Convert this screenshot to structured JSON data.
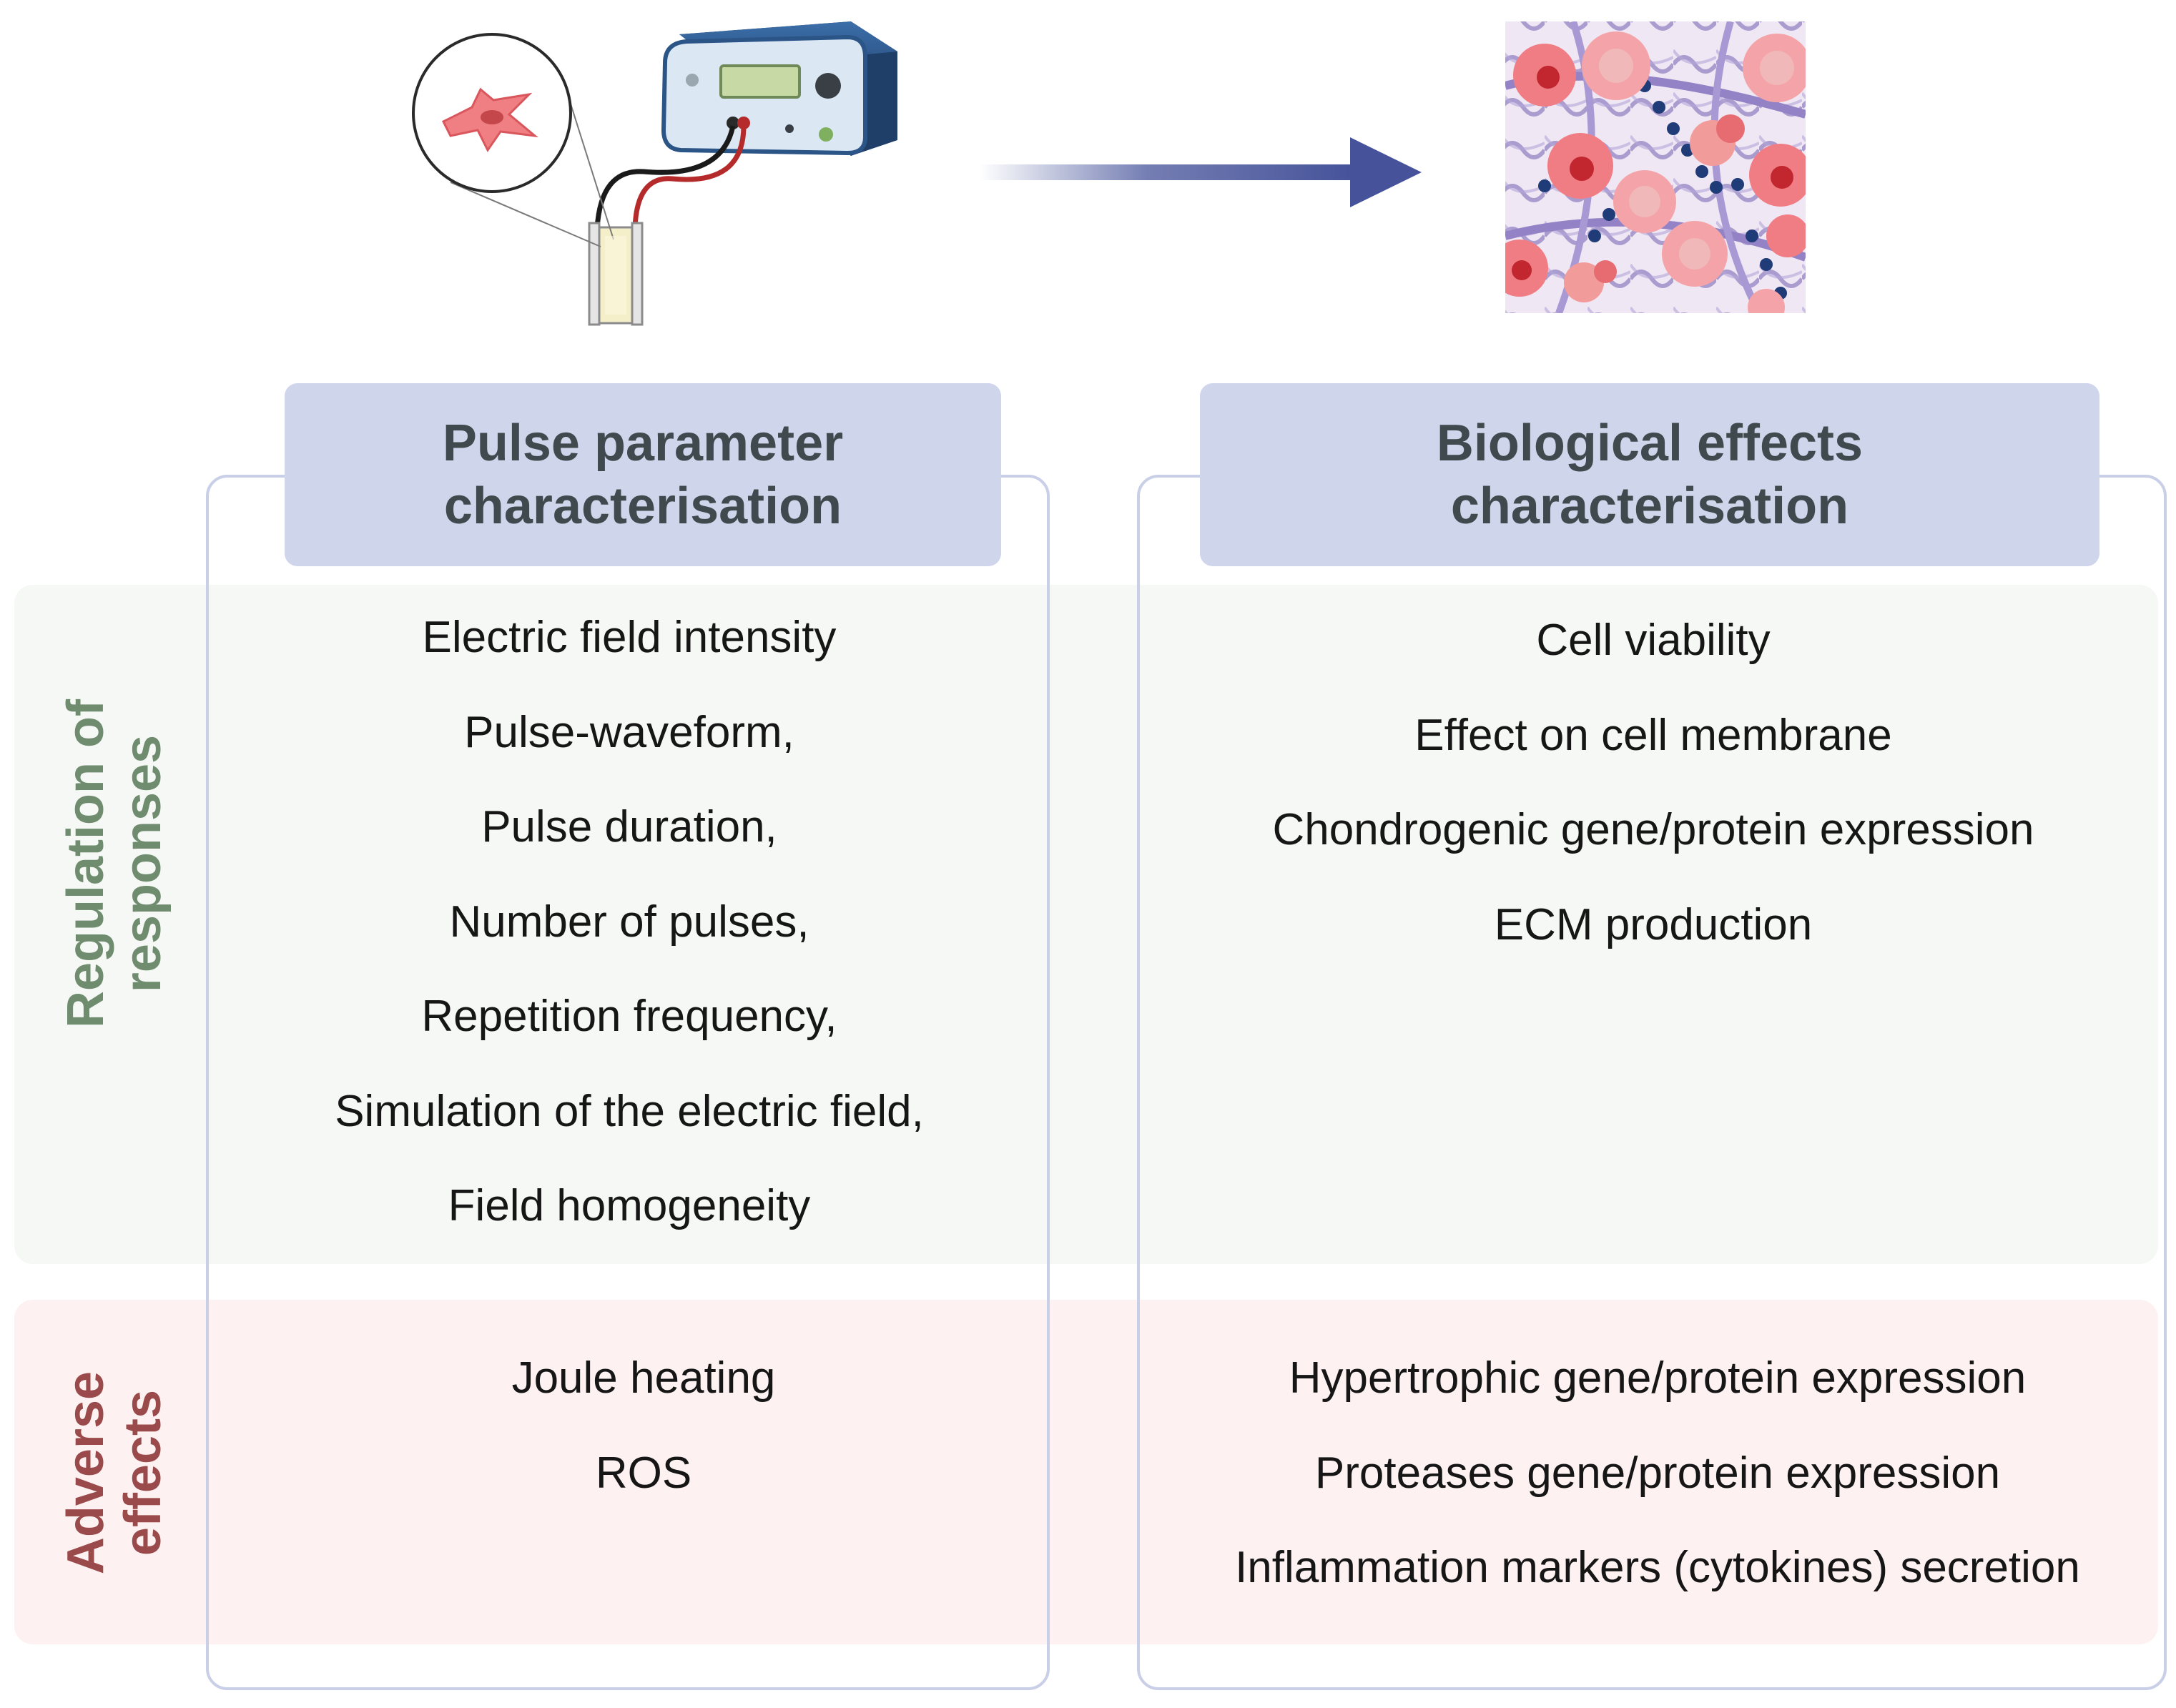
{
  "columns": {
    "left": {
      "header_line1": "Pulse parameter",
      "header_line2": "characterisation",
      "regulation_items": [
        "Electric field intensity",
        "Pulse-waveform,",
        "Pulse duration,",
        "Number of pulses,",
        "Repetition frequency,",
        "Simulation of the electric field,",
        "Field homogeneity"
      ],
      "adverse_items": [
        "Joule heating",
        "ROS"
      ]
    },
    "right": {
      "header_line1": "Biological effects",
      "header_line2": "characterisation",
      "regulation_items": [
        "Cell viability",
        "Effect on cell membrane",
        "Chondrogenic gene/protein expression",
        "ECM production"
      ],
      "adverse_items": [
        "Hypertrophic gene/protein expression",
        "Proteases gene/protein expression",
        "Inflammation markers (cytokines) secretion"
      ]
    }
  },
  "rows": {
    "regulation": {
      "line1": "Regulation of",
      "line2": "responses",
      "band_color": "#f5f8f5",
      "label_color": "#6f8c6f"
    },
    "adverse": {
      "line1": "Adverse",
      "line2": "effects",
      "band_color": "#fdf1f1",
      "label_color": "#9a4a4a"
    }
  },
  "colors": {
    "header_bg": "#cfd5ea",
    "outline": "#c9cfe6",
    "arrow": "#46539a"
  },
  "icons": [
    "pulse-generator-icon",
    "cell-magnifier-icon",
    "cuvette-icon",
    "flow-arrow-icon",
    "cartilage-tissue-icon"
  ]
}
